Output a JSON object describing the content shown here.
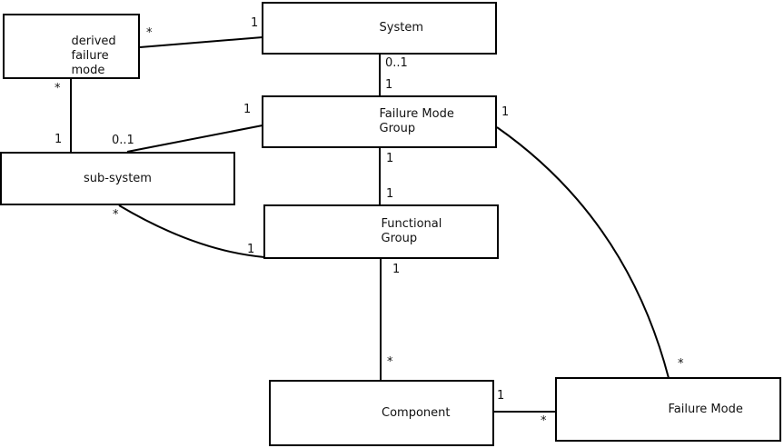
{
  "diagram": {
    "kind": "uml-class-association-diagram",
    "colors": {
      "background": "#ffffff",
      "box_border": "#000000",
      "line": "#000000",
      "text": "#111111"
    },
    "nodes": [
      {
        "id": "derived-failure-mode",
        "label": "derived\nfailure\nmode"
      },
      {
        "id": "system",
        "label": "System"
      },
      {
        "id": "failure-mode-group",
        "label": "Failure Mode\nGroup"
      },
      {
        "id": "sub-system",
        "label": "sub-system"
      },
      {
        "id": "functional-group",
        "label": "Functional\nGroup"
      },
      {
        "id": "component",
        "label": "Component"
      },
      {
        "id": "failure-mode",
        "label": "Failure Mode"
      }
    ],
    "edges": [
      {
        "from": "derived-failure-mode",
        "to": "system",
        "from_label": "*",
        "to_label": "1"
      },
      {
        "from": "system",
        "to": "failure-mode-group",
        "from_label": "0..1",
        "to_label": "1"
      },
      {
        "from": "derived-failure-mode",
        "to": "sub-system",
        "from_label": "*",
        "to_label": "1"
      },
      {
        "from": "sub-system",
        "to": "failure-mode-group",
        "from_label": "0..1",
        "to_label": "1"
      },
      {
        "from": "failure-mode-group",
        "to": "functional-group",
        "from_label": "1",
        "to_label": "1"
      },
      {
        "from": "sub-system",
        "to": "functional-group",
        "from_label": "*",
        "to_label": "1"
      },
      {
        "from": "functional-group",
        "to": "component",
        "from_label": "1",
        "to_label": "*"
      },
      {
        "from": "component",
        "to": "failure-mode",
        "from_label": "1",
        "to_label": "*"
      },
      {
        "from": "failure-mode-group",
        "to": "failure-mode",
        "from_label": "1",
        "to_label": "*"
      }
    ]
  }
}
